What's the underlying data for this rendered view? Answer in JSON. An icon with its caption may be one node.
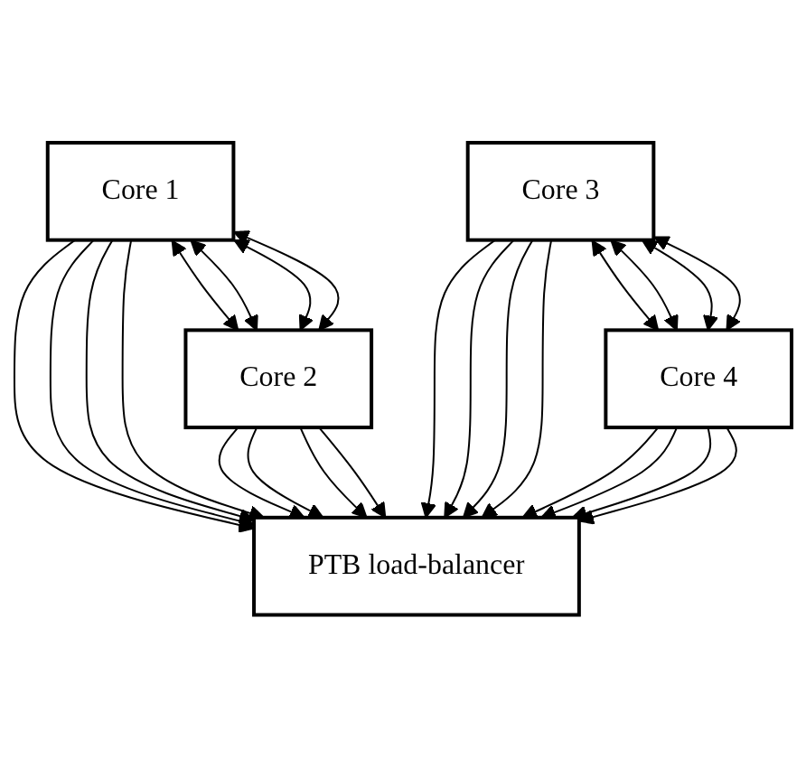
{
  "diagram": {
    "nodes": [
      {
        "text": [
          "Core 1"
        ]
      },
      {
        "text": [
          "Core 2"
        ]
      },
      {
        "text": [
          "PTB load-balancer"
        ]
      },
      {
        "text": [
          "Core 3"
        ]
      },
      {
        "text": [
          "Core 4"
        ]
      }
    ],
    "edges": [
      {
        "from": 0,
        "to": 1,
        "arrow": "both"
      },
      {
        "from": 0,
        "to": 1,
        "arrow": "both"
      },
      {
        "from": 0,
        "to": 1,
        "arrow": "both"
      },
      {
        "from": 0,
        "to": 1,
        "arrow": "both"
      },
      {
        "from": 0,
        "to": 2,
        "arrow": "to"
      },
      {
        "from": 0,
        "to": 2,
        "arrow": "to"
      },
      {
        "from": 0,
        "to": 2,
        "arrow": "to"
      },
      {
        "from": 0,
        "to": 2,
        "arrow": "to"
      },
      {
        "from": 1,
        "to": 2,
        "arrow": "to"
      },
      {
        "from": 1,
        "to": 2,
        "arrow": "to"
      },
      {
        "from": 1,
        "to": 2,
        "arrow": "to"
      },
      {
        "from": 1,
        "to": 2,
        "arrow": "to"
      },
      {
        "from": 3,
        "to": 2,
        "arrow": "to"
      },
      {
        "from": 3,
        "to": 2,
        "arrow": "to"
      },
      {
        "from": 3,
        "to": 2,
        "arrow": "to"
      },
      {
        "from": 3,
        "to": 2,
        "arrow": "to"
      },
      {
        "from": 4,
        "to": 2,
        "arrow": "to"
      },
      {
        "from": 4,
        "to": 2,
        "arrow": "to"
      },
      {
        "from": 4,
        "to": 2,
        "arrow": "to"
      },
      {
        "from": 4,
        "to": 2,
        "arrow": "to"
      },
      {
        "from": 3,
        "to": 4,
        "arrow": "both"
      },
      {
        "from": 3,
        "to": 4,
        "arrow": "both"
      },
      {
        "from": 3,
        "to": 4,
        "arrow": "both"
      },
      {
        "from": 3,
        "to": 4,
        "arrow": "both"
      }
    ]
  }
}
